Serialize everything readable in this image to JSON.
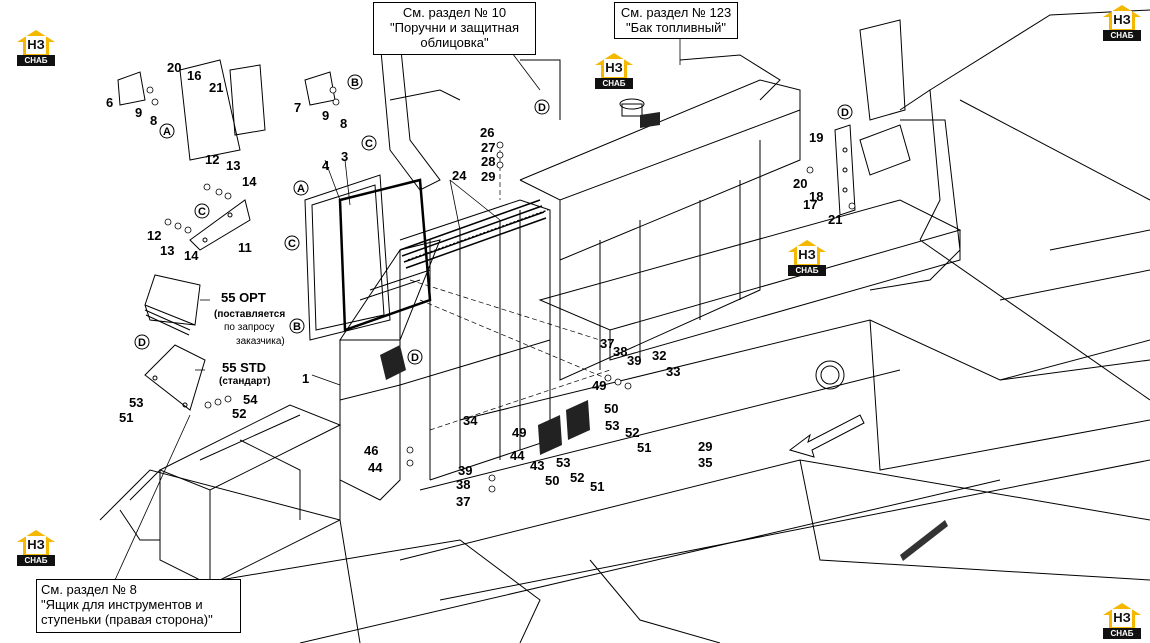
{
  "callouts": {
    "section10": {
      "line1": "См. раздел № 10",
      "line2": "\"Поручни и защитная",
      "line3": "облицовка\""
    },
    "section123": {
      "line1": "См. раздел № 123",
      "line2": "\"Бак топливный\""
    },
    "section8": {
      "line1": "См. раздел № 8",
      "line2": "\"Ящик для инструментов и",
      "line3": "ступеньки (правая сторона)\""
    }
  },
  "logo": {
    "mark": "НЗ",
    "sub": "СНАБ"
  },
  "view_markers": {
    "A": "A",
    "B": "B",
    "C": "C",
    "D": "D"
  },
  "parts_text": {
    "p55_opt": "55 OPT",
    "opt_note_1": "(поставляется",
    "opt_note_2": "по запросу",
    "opt_note_3": "заказчика)",
    "p55_std": "55 STD",
    "std_note": "(стандарт)"
  },
  "part_numbers": [
    "1",
    "3",
    "4",
    "6",
    "7",
    "8",
    "9",
    "11",
    "12",
    "13",
    "14",
    "16",
    "17",
    "18",
    "19",
    "20",
    "21",
    "24",
    "26",
    "27",
    "28",
    "29",
    "32",
    "33",
    "34",
    "35",
    "37",
    "38",
    "39",
    "43",
    "44",
    "46",
    "49",
    "50",
    "51",
    "52",
    "53",
    "54"
  ]
}
